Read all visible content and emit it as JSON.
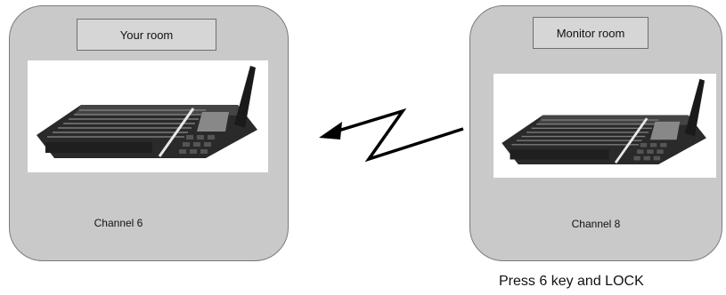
{
  "left_room": {
    "title": "Your room",
    "channel": "Channel 6",
    "device_icon": "wireless-intercom-base"
  },
  "right_room": {
    "title": "Monitor room",
    "channel": "Channel 8",
    "device_icon": "wireless-intercom-base"
  },
  "signal": {
    "icon": "zigzag-signal-arrow",
    "direction": "right-to-left"
  },
  "caption": "Press 6 key and LOCK",
  "colors": {
    "panel": "#c9c9c9",
    "title_box": "#d6d6d6",
    "border": "#7a7a7a"
  }
}
